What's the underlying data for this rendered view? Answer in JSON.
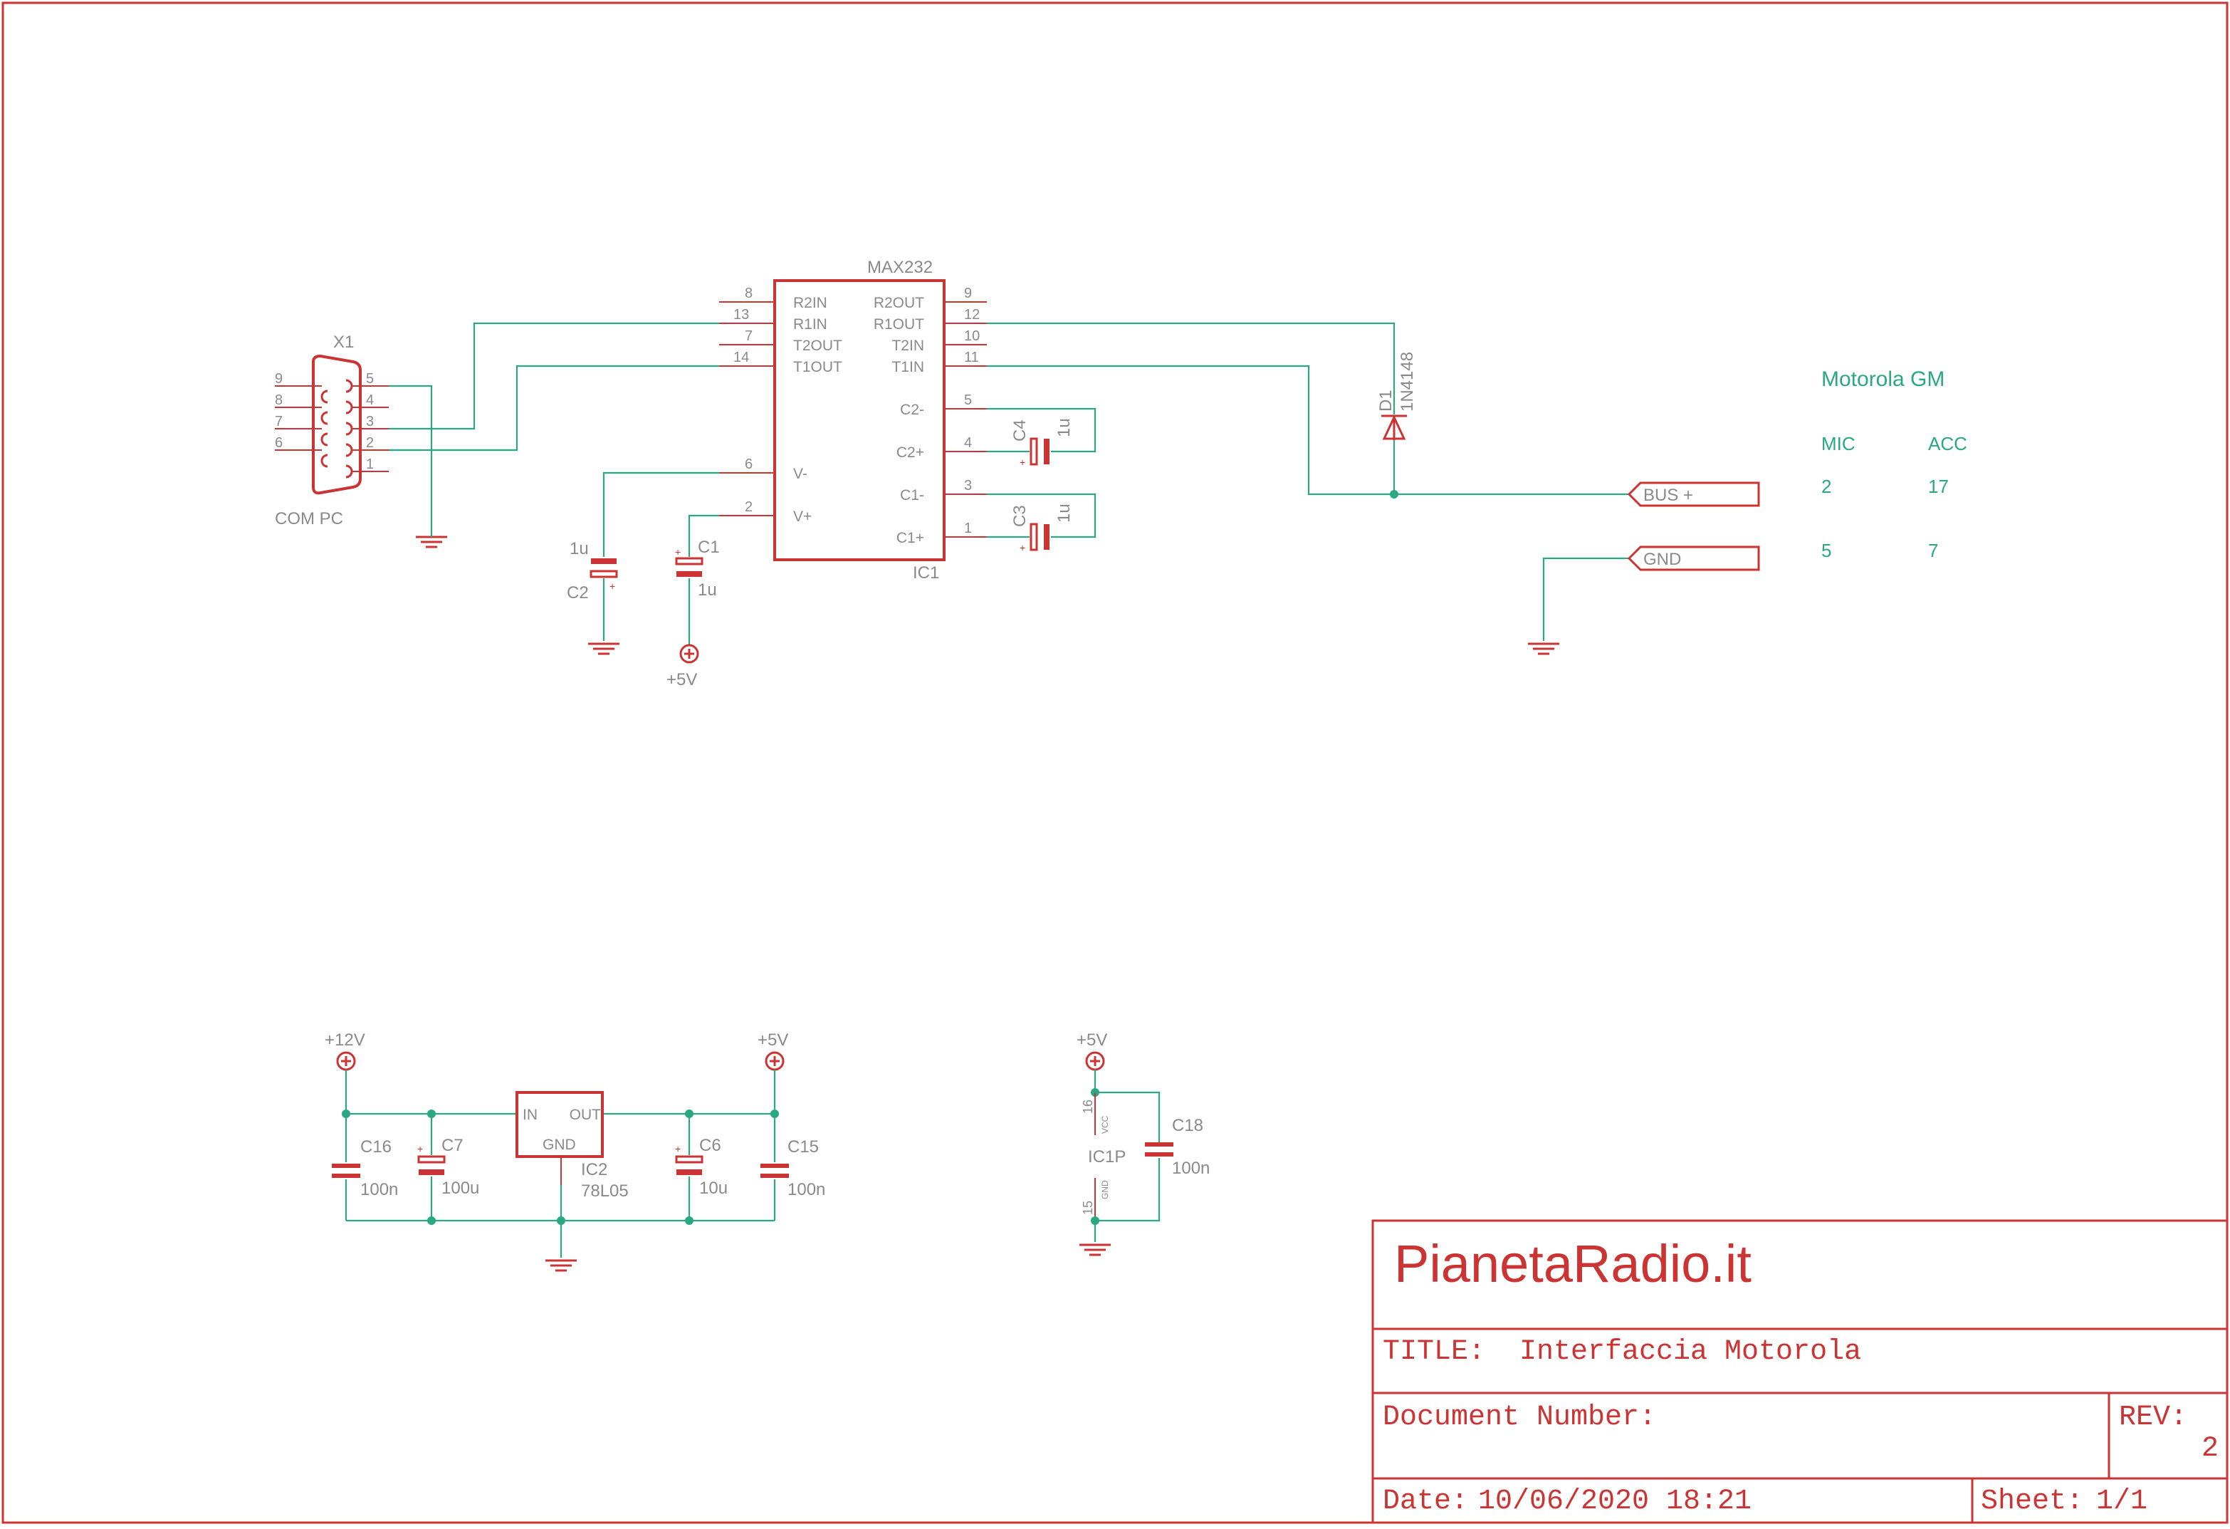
{
  "ic1": {
    "value": "MAX232",
    "name": "IC1",
    "left_pins": [
      {
        "num": "8",
        "label": "R2IN"
      },
      {
        "num": "13",
        "label": "R1IN"
      },
      {
        "num": "7",
        "label": "T2OUT"
      },
      {
        "num": "14",
        "label": "T1OUT"
      },
      {
        "num": "6",
        "label": "V-"
      },
      {
        "num": "2",
        "label": "V+"
      }
    ],
    "right_pins": [
      {
        "num": "9",
        "label": "R2OUT"
      },
      {
        "num": "12",
        "label": "R1OUT"
      },
      {
        "num": "10",
        "label": "T2IN"
      },
      {
        "num": "11",
        "label": "T1IN"
      },
      {
        "num": "5",
        "label": "C2-"
      },
      {
        "num": "4",
        "label": "C2+"
      },
      {
        "num": "3",
        "label": "C1-"
      },
      {
        "num": "1",
        "label": "C1+"
      }
    ]
  },
  "x1": {
    "name": "X1",
    "value": "COM PC",
    "left_pins": [
      "9",
      "8",
      "7",
      "6"
    ],
    "right_pins": [
      "5",
      "4",
      "3",
      "2",
      "1"
    ]
  },
  "caps": {
    "c1": {
      "name": "C1",
      "value": "1u"
    },
    "c2": {
      "name": "C2",
      "value": "1u"
    },
    "c3": {
      "name": "C3",
      "value": "1u"
    },
    "c4": {
      "name": "C4",
      "value": "1u"
    },
    "c7": {
      "name": "C7",
      "value": "100u"
    },
    "c6": {
      "name": "C6",
      "value": "10u"
    },
    "c15": {
      "name": "C15",
      "value": "100n"
    },
    "c16": {
      "name": "C16",
      "value": "100n"
    },
    "c18": {
      "name": "C18",
      "value": "100n"
    }
  },
  "d1": {
    "name": "D1",
    "value": "1N4148"
  },
  "ic2": {
    "name": "IC2",
    "value": "78L05",
    "in": "IN",
    "out": "OUT",
    "gnd": "GND"
  },
  "ic1p": {
    "name": "IC1P",
    "vcc": "VCC",
    "gnd": "GND",
    "pin_vcc": "16",
    "pin_gnd": "15"
  },
  "supplies": {
    "p5v": "+5V",
    "p12v": "+12V"
  },
  "ports": {
    "bus": "BUS +",
    "gnd": "GND"
  },
  "motorola": {
    "title": "Motorola GM",
    "col_mic": "MIC",
    "col_acc": "ACC",
    "bus_mic": "2",
    "bus_acc": "17",
    "gnd_mic": "5",
    "gnd_acc": "7"
  },
  "title_block": {
    "brand": "PianetaRadio.it",
    "title_label": "TITLE:",
    "title_value": "Interfaccia Motorola",
    "docnum_label": "Document Number:",
    "rev_label": "REV:",
    "rev_value": "2",
    "date_label": "Date:",
    "date_value": "10/06/2020 18:21",
    "sheet_label": "Sheet:",
    "sheet_value": "1/1"
  }
}
